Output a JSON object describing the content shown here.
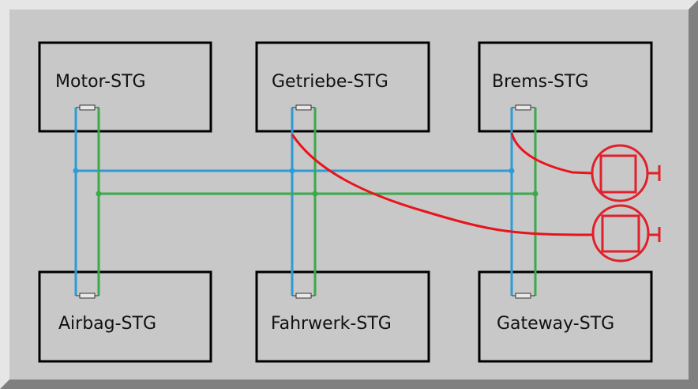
{
  "diagram": {
    "units": [
      {
        "id": "motor",
        "label": "Motor-STG"
      },
      {
        "id": "getriebe",
        "label": "Getriebe-STG"
      },
      {
        "id": "brems",
        "label": "Brems-STG"
      },
      {
        "id": "airbag",
        "label": "Airbag-STG"
      },
      {
        "id": "fahrwerk",
        "label": "Fahrwerk-STG"
      },
      {
        "id": "gateway",
        "label": "Gateway-STG"
      }
    ],
    "colors": {
      "can_high": "#2e9bd6",
      "can_low": "#3aaa4a",
      "sensor": "#e8141c",
      "box": "#000000",
      "background": "#c8c8c8"
    }
  }
}
